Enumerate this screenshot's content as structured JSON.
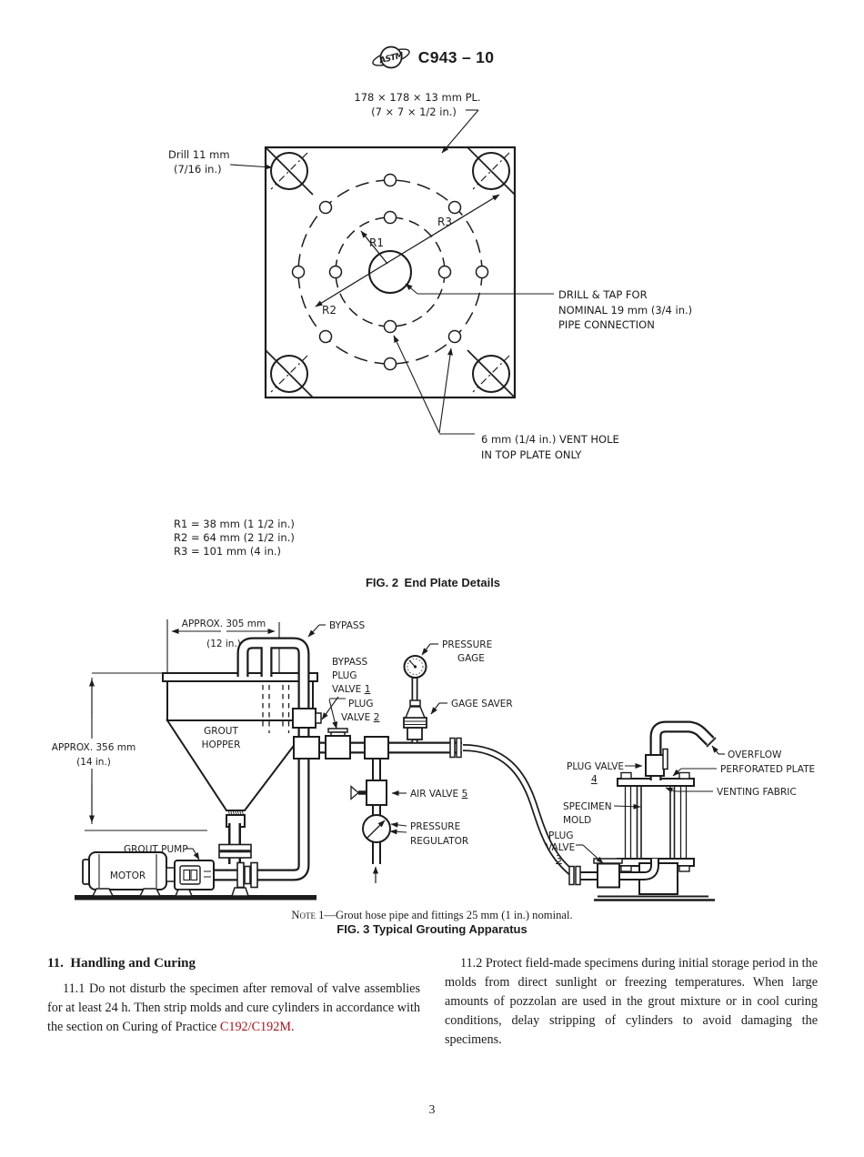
{
  "colors": {
    "ink": "#1c1c1c",
    "link": "#a8131f",
    "background": "#ffffff"
  },
  "header": {
    "logo_text": "ASTM",
    "designation": "C943 – 10"
  },
  "fig2": {
    "plate_label_l1": "178 × 178 × 13 mm PL.",
    "plate_label_l2": "(7 × 7 × 1/2 in.)",
    "drill_label_l1": "Drill 11 mm",
    "drill_label_l2": "(7/16 in.)",
    "r1": "R1",
    "r2": "R2",
    "r3": "R3",
    "drill_tap_l1": "DRILL & TAP FOR",
    "drill_tap_l2": "NOMINAL 19 mm (3/4 in.)",
    "drill_tap_l3": "PIPE CONNECTION",
    "vent_l1": "6 mm (1/4 in.) VENT HOLE",
    "vent_l2": "IN TOP PLATE ONLY",
    "radius_defs": [
      "R1 = 38 mm (1 1/2 in.)",
      "R2 = 64 mm (2 1/2 in.)",
      "R3 = 101 mm (4 in.)"
    ],
    "caption": "FIG. 2 End Plate Details"
  },
  "fig3": {
    "dim_width_l1": "APPROX. 305 mm",
    "dim_width_l2": "(12 in.)",
    "dim_height_l1": "APPROX. 356 mm",
    "dim_height_l2": "(14 in.)",
    "bypass": "BYPASS",
    "bypass_valve_l1": "BYPASS",
    "bypass_valve_l2": "PLUG",
    "bypass_valve_l3": "VALVE",
    "bypass_valve_num": "1",
    "plug_valve2_l1": "PLUG",
    "plug_valve2_l2": "VALVE",
    "plug_valve2_num": "2",
    "pressure_gage_l1": "PRESSURE",
    "pressure_gage_l2": "GAGE",
    "gage_saver": "GAGE SAVER",
    "air_valve": "AIR VALVE",
    "air_valve_num": "5",
    "pressure_regulator_l1": "PRESSURE",
    "pressure_regulator_l2": "REGULATOR",
    "grout_hopper_l1": "GROUT",
    "grout_hopper_l2": "HOPPER",
    "grout_pump": "GROUT PUMP",
    "motor": "MOTOR",
    "plug_valve4_l1": "PLUG VALVE",
    "plug_valve4_num": "4",
    "overflow": "OVERFLOW",
    "perforated_plate": "PERFORATED PLATE",
    "venting_fabric": "VENTING FABRIC",
    "specimen_mold_l1": "SPECIMEN",
    "specimen_mold_l2": "MOLD",
    "plug_valve3_l1": "PLUG",
    "plug_valve3_l2": "VALVE",
    "plug_valve3_num": "3",
    "note_label": "Note 1—",
    "note_text": "Grout hose pipe and fittings 25 mm (1 in.) nominal.",
    "caption": "FIG. 3 Typical Grouting Apparatus"
  },
  "section11": {
    "heading": "11. Handling and Curing",
    "p11_text": "11.1 Do not disturb the specimen after removal of valve assemblies for at least 24 h. Then strip molds and cure cylinders in accordance with the section on Curing of Practice ",
    "p11_link": "C192/C192M.",
    "p12_text": "11.2 Protect field-made specimens during initial storage period in the molds from direct sunlight or freezing temperatures. When large amounts of pozzolan are used in the grout mixture or in cool curing conditions, delay stripping of cylinders to avoid damaging the specimens."
  },
  "footer": {
    "page_number": "3"
  }
}
